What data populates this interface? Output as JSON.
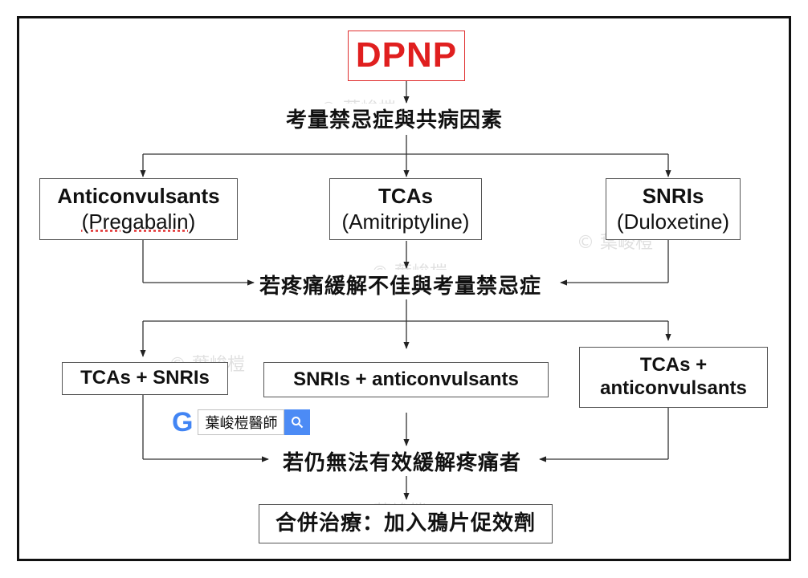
{
  "top": {
    "title": "DPNP"
  },
  "step1": "考量禁忌症與共病因素",
  "first_line": [
    {
      "name": "Anticonvulsants",
      "drug": "(Pregabalin)"
    },
    {
      "name": "TCAs",
      "drug": "(Amitriptyline)"
    },
    {
      "name": "SNRIs",
      "drug": "(Duloxetine)"
    }
  ],
  "step2": "若疼痛緩解不佳與考量禁忌症",
  "second_line": [
    {
      "label": "TCAs + SNRIs"
    },
    {
      "label": "SNRIs + anticonvulsants"
    },
    {
      "label_line1": "TCAs +",
      "label_line2": "anticonvulsants"
    }
  ],
  "step3": "若仍無法有效緩解疼痛者",
  "final": "合併治療：加入鴉片促效劑",
  "search_badge": {
    "logo": "G",
    "query": "葉峻榿醫師",
    "icon": "search-icon"
  },
  "watermark": {
    "text": "© 葉峻榿"
  },
  "colors": {
    "title": "#e01f1f",
    "google_blue": "#4285f4",
    "watermark": "#d3d3d3"
  }
}
